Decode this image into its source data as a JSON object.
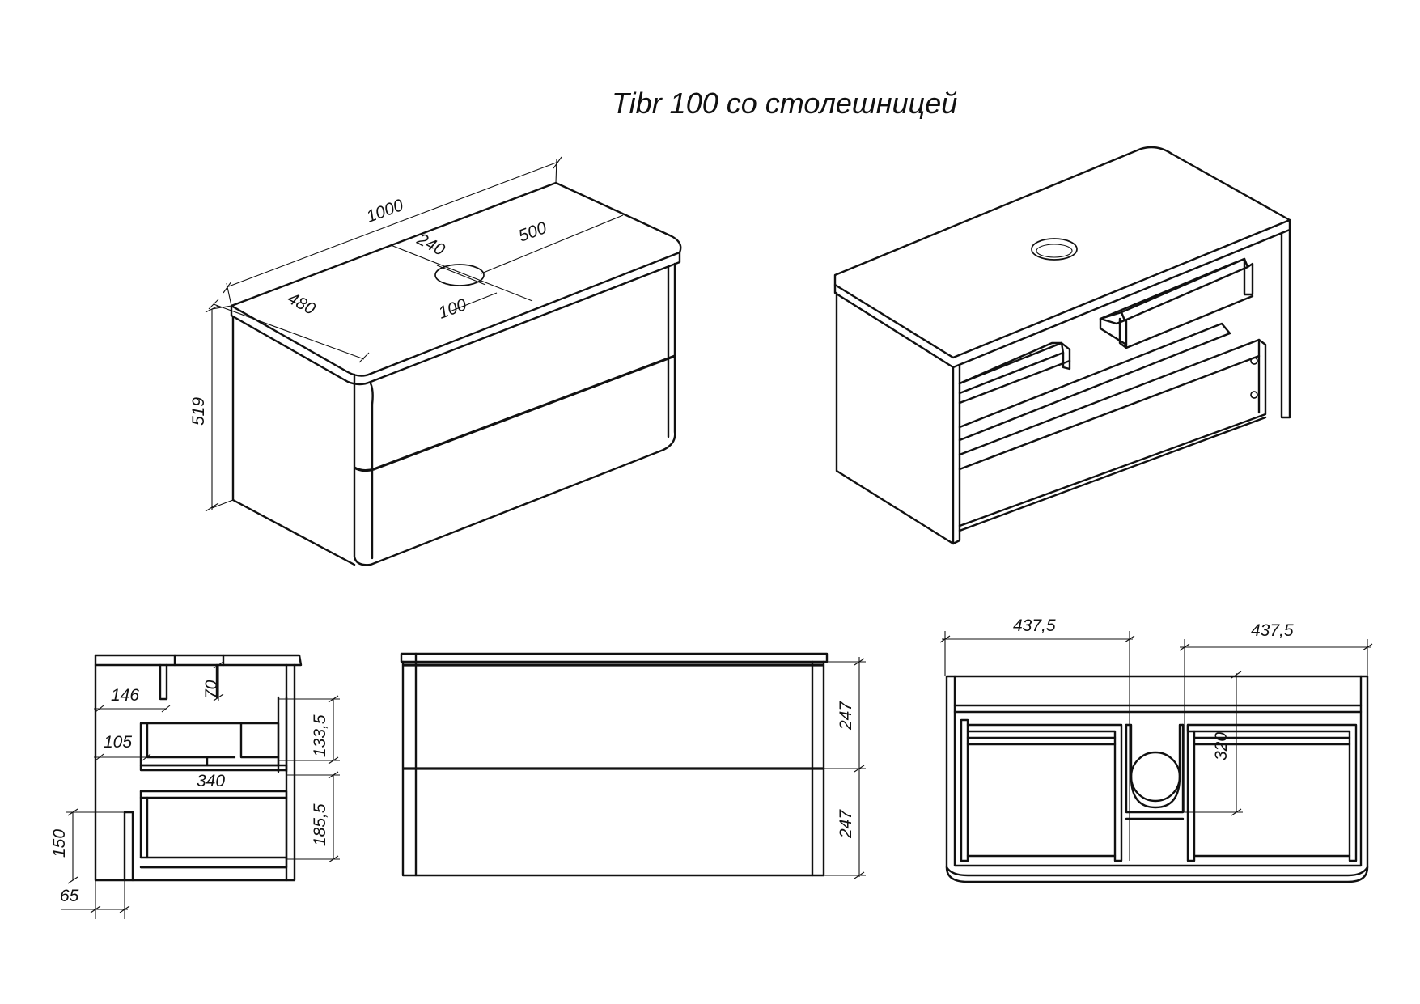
{
  "title": "Tibr 100 со столешницей",
  "iso_view": {
    "width": "1000",
    "depth": "480",
    "height": "519",
    "hole_from_front": "240",
    "hole_from_side": "500",
    "hole_diameter": "100"
  },
  "side_section": {
    "top_drawer_depth": "146",
    "top_drawer_height": "70",
    "top_drawer_gap": "133,5",
    "middle_offset": "105",
    "drawer_length": "340",
    "bottom_drawer_gap": "185,5",
    "plinth_height": "150",
    "plinth_depth": "65"
  },
  "front_view": {
    "upper_drawer_height": "247",
    "lower_drawer_height": "247"
  },
  "plan_view": {
    "left_drawer_width": "437,5",
    "right_drawer_width": "437,5",
    "drawer_depth": "320"
  }
}
